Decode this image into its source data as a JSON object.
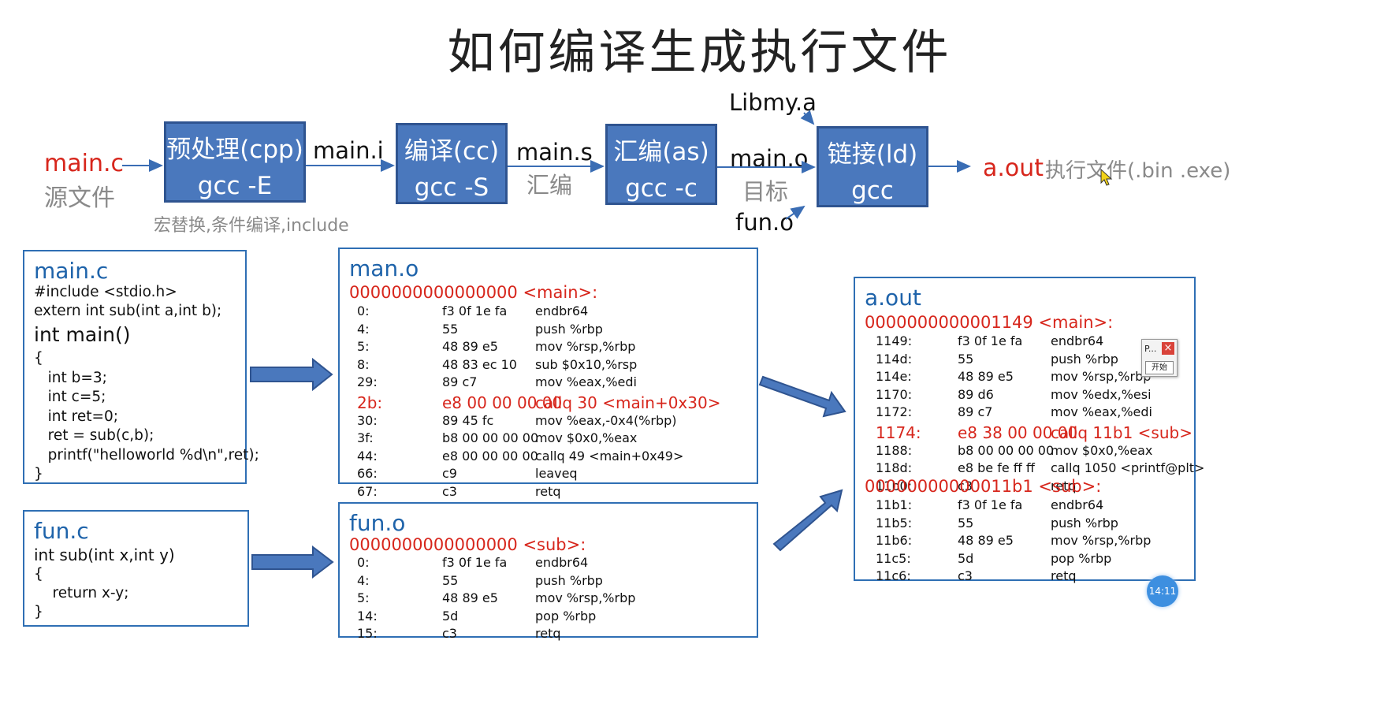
{
  "title": "如何编译生成执行文件",
  "pipeline": {
    "source": {
      "name": "main.c",
      "desc": "源文件"
    },
    "stages": [
      {
        "name": "预处理(cpp)",
        "cmd": "gcc  -E"
      },
      {
        "name": "编译(cc)",
        "cmd": "gcc  -S"
      },
      {
        "name": "汇编(as)",
        "cmd": "gcc  -c"
      },
      {
        "name": "链接(ld)",
        "cmd": "gcc"
      }
    ],
    "preprocess_note": "宏替换,条件编译,include",
    "main_i": "main.i",
    "main_s": "main.s",
    "main_s_desc": "汇编",
    "main_o": "main.o",
    "main_o_desc": "目标",
    "libmy": "Libmy.a",
    "fun_o": "fun.o",
    "output_name": "a.out",
    "output_desc": "执行文件(.bin  .exe)"
  },
  "main_c": {
    "title": "main.c",
    "line1": "#include <stdio.h>",
    "line2": "extern int sub(int a,int b);",
    "sig": "int main()",
    "body": "{\n   int b=3;\n   int c=5;\n   int ret=0;\n   ret = sub(c,b);\n   printf(\"helloworld %d\\n\",ret);\n}"
  },
  "fun_c": {
    "title": "fun.c",
    "sig": "int sub(int x,int y)",
    "body": "{\n    return x-y;\n}"
  },
  "man_o": {
    "title": "man.o",
    "symbol": "0000000000000000 <main>:",
    "rows": [
      {
        "addr": "0:",
        "bytes": "f3 0f 1e fa",
        "instr": "endbr64",
        "hl": false
      },
      {
        "addr": "4:",
        "bytes": "55",
        "instr": "push   %rbp",
        "hl": false
      },
      {
        "addr": "5:",
        "bytes": "48 89 e5",
        "instr": "mov    %rsp,%rbp",
        "hl": false
      },
      {
        "addr": "8:",
        "bytes": "48 83 ec 10",
        "instr": "sub    $0x10,%rsp",
        "hl": false
      },
      {
        "addr": "29:",
        "bytes": "89 c7",
        "instr": "mov    %eax,%edi",
        "hl": false
      },
      {
        "addr": "2b:",
        "bytes": "e8 00 00 00 00",
        "instr": "callq  30 <main+0x30>",
        "hl": true
      },
      {
        "addr": "30:",
        "bytes": "89 45 fc",
        "instr": "mov    %eax,-0x4(%rbp)",
        "hl": false
      },
      {
        "addr": "3f:",
        "bytes": "b8 00 00 00 00",
        "instr": "mov    $0x0,%eax",
        "hl": false
      },
      {
        "addr": "44:",
        "bytes": "e8 00 00 00 00",
        "instr": "callq  49 <main+0x49>",
        "hl": false
      },
      {
        "addr": "66:",
        "bytes": "c9",
        "instr": "leaveq",
        "hl": false
      },
      {
        "addr": "67:",
        "bytes": "c3",
        "instr": "retq",
        "hl": false
      }
    ]
  },
  "fun_o": {
    "title": "fun.o",
    "symbol": "0000000000000000 <sub>:",
    "rows": [
      {
        "addr": "0:",
        "bytes": "f3 0f 1e fa",
        "instr": "endbr64",
        "hl": false
      },
      {
        "addr": "4:",
        "bytes": "55",
        "instr": "push   %rbp",
        "hl": false
      },
      {
        "addr": "5:",
        "bytes": "48 89 e5",
        "instr": "mov    %rsp,%rbp",
        "hl": false
      },
      {
        "addr": "14:",
        "bytes": "5d",
        "instr": "pop    %rbp",
        "hl": false
      },
      {
        "addr": "15:",
        "bytes": "c3",
        "instr": "retq",
        "hl": false
      }
    ]
  },
  "a_out": {
    "title": "a.out",
    "symbol_main": "0000000000001149 <main>:",
    "rows_main": [
      {
        "addr": "1149:",
        "bytes": "f3 0f 1e fa",
        "instr": "endbr64",
        "hl": false
      },
      {
        "addr": "114d:",
        "bytes": "55",
        "instr": "push   %rbp",
        "hl": false
      },
      {
        "addr": "114e:",
        "bytes": "48 89 e5",
        "instr": "mov    %rsp,%rbp",
        "hl": false
      },
      {
        "addr": "1170:",
        "bytes": "89 d6",
        "instr": "mov    %edx,%esi",
        "hl": false
      },
      {
        "addr": "1172:",
        "bytes": "89 c7",
        "instr": "mov    %eax,%edi",
        "hl": false
      },
      {
        "addr": "1174:",
        "bytes": "e8 38 00 00 00",
        "instr": "callq  11b1 <sub>",
        "hl": true
      },
      {
        "addr": "1188:",
        "bytes": "b8 00 00 00 00",
        "instr": "mov    $0x0,%eax",
        "hl": false
      },
      {
        "addr": "118d:",
        "bytes": "e8 be fe ff ff",
        "instr": "callq  1050 <printf@plt>",
        "hl": false
      },
      {
        "addr": "11b0:",
        "bytes": "c3",
        "instr": "retq",
        "hl": false
      }
    ],
    "symbol_sub": "00000000000011b1 <sub>:",
    "rows_sub": [
      {
        "addr": "11b1:",
        "bytes": "f3 0f 1e fa",
        "instr": "endbr64",
        "hl": false
      },
      {
        "addr": "11b5:",
        "bytes": "55",
        "instr": "push   %rbp",
        "hl": false
      },
      {
        "addr": "11b6:",
        "bytes": "48 89 e5",
        "instr": "mov    %rsp,%rbp",
        "hl": false
      },
      {
        "addr": "11c5:",
        "bytes": "5d",
        "instr": "pop    %rbp",
        "hl": false
      },
      {
        "addr": "11c6:",
        "bytes": "c3",
        "instr": "retq",
        "hl": false
      }
    ]
  },
  "popup": {
    "label": "P...",
    "close": "×",
    "button": "开始"
  },
  "timer": "14:11",
  "colors": {
    "stage_fill": "#4a78bd",
    "highlight": "#d7261c",
    "heading": "#1e63aa"
  }
}
